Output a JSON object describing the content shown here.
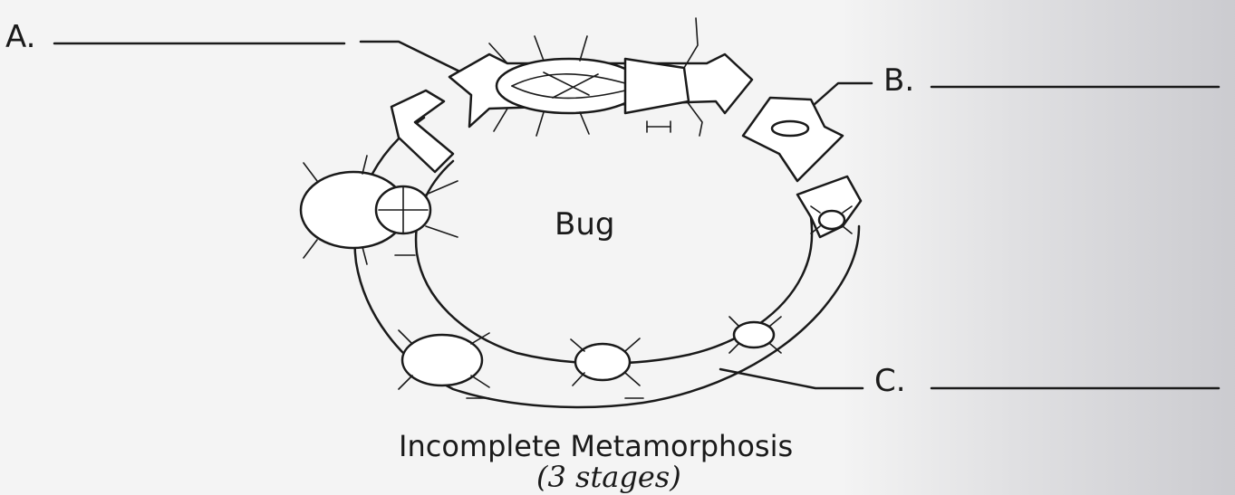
{
  "labels": {
    "a": "A.",
    "b": "B.",
    "c": "C."
  },
  "center_label": "Bug",
  "title": "Incomplete Metamorphosis",
  "subtitle": "(3 stages)",
  "icons": {
    "adult": "adult-bug-icon",
    "egg": "egg-icon",
    "nymphs": "nymph-icon"
  }
}
